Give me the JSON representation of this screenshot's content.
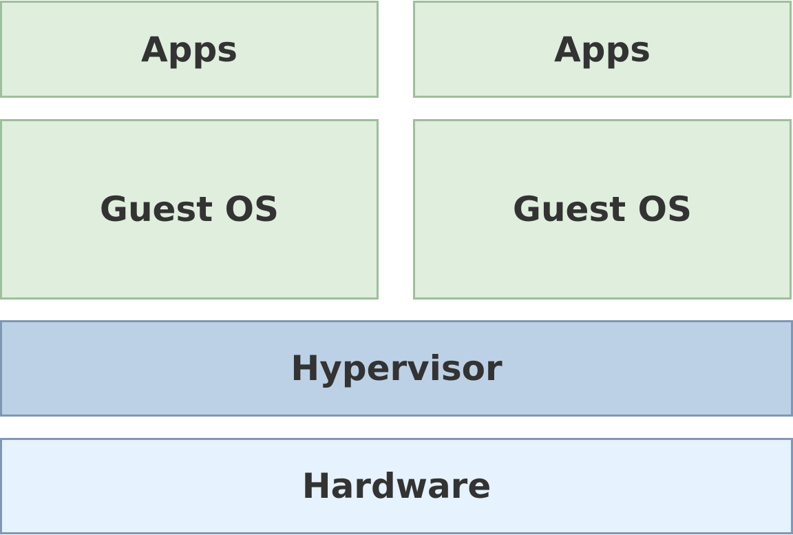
{
  "vm_left": {
    "apps": "Apps",
    "guest_os": "Guest OS"
  },
  "vm_right": {
    "apps": "Apps",
    "guest_os": "Guest OS"
  },
  "hypervisor": "Hypervisor",
  "hardware": "Hardware",
  "colors": {
    "vm_fill": "#dfeedd",
    "vm_border": "#9dbf9b",
    "hypervisor_fill": "#bcd1e5",
    "hardware_fill": "#e6f2fd",
    "layer_border": "#7f96b5",
    "text": "#333333"
  }
}
